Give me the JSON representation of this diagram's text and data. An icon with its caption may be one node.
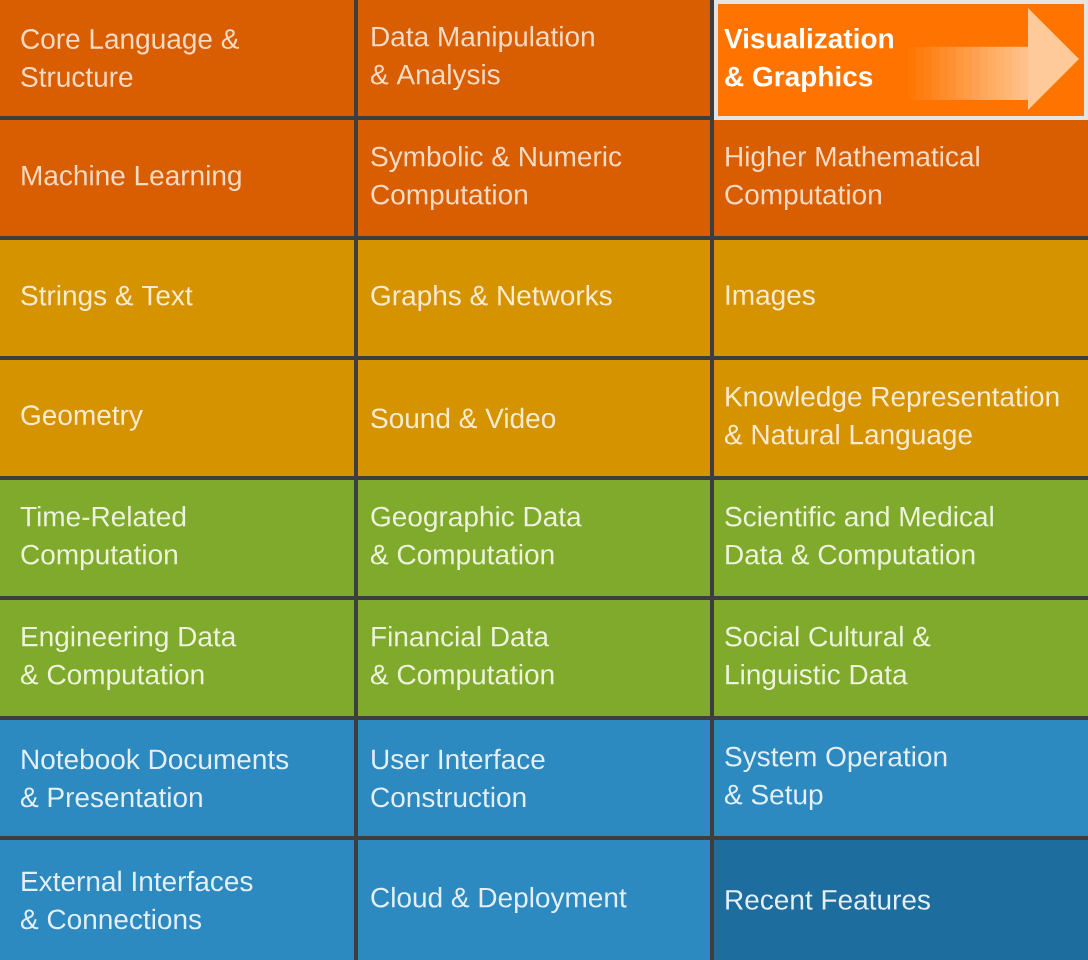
{
  "diagram": {
    "nodes": [
      {
        "text": [
          "Core Language & Structure"
        ]
      },
      {
        "text": [
          "Data Manipulation & Analysis"
        ]
      },
      {
        "text": [
          "Visualization & Graphics"
        ]
      },
      {
        "text": [
          "Machine Learning"
        ]
      },
      {
        "text": [
          "Symbolic & Numeric Computation"
        ]
      },
      {
        "text": [
          "Higher Mathematical Computation"
        ]
      },
      {
        "text": [
          "Strings & Text"
        ]
      },
      {
        "text": [
          "Graphs & Networks"
        ]
      },
      {
        "text": [
          "Images"
        ]
      },
      {
        "text": [
          "Geometry"
        ]
      },
      {
        "text": [
          "Sound & Video"
        ]
      },
      {
        "text": [
          "Knowledge Representation & Natural Language"
        ]
      },
      {
        "text": [
          "Time-Related Computation"
        ]
      },
      {
        "text": [
          "Geographic Data & Computation"
        ]
      },
      {
        "text": [
          "Scientific and Medical Data & Computation"
        ]
      },
      {
        "text": [
          "Engineering Data & Computation"
        ]
      },
      {
        "text": [
          "Financial Data & Computation"
        ]
      },
      {
        "text": [
          "Social Cultural & Linguistic Data"
        ]
      },
      {
        "text": [
          "Notebook Documents & Presentation"
        ]
      },
      {
        "text": [
          "User Interface Construction"
        ]
      },
      {
        "text": [
          "System Operation & Setup"
        ]
      },
      {
        "text": [
          "External Interfaces & Connections"
        ]
      },
      {
        "text": [
          "Cloud & Deployment"
        ]
      },
      {
        "text": [
          "Recent Features"
        ]
      }
    ]
  }
}
